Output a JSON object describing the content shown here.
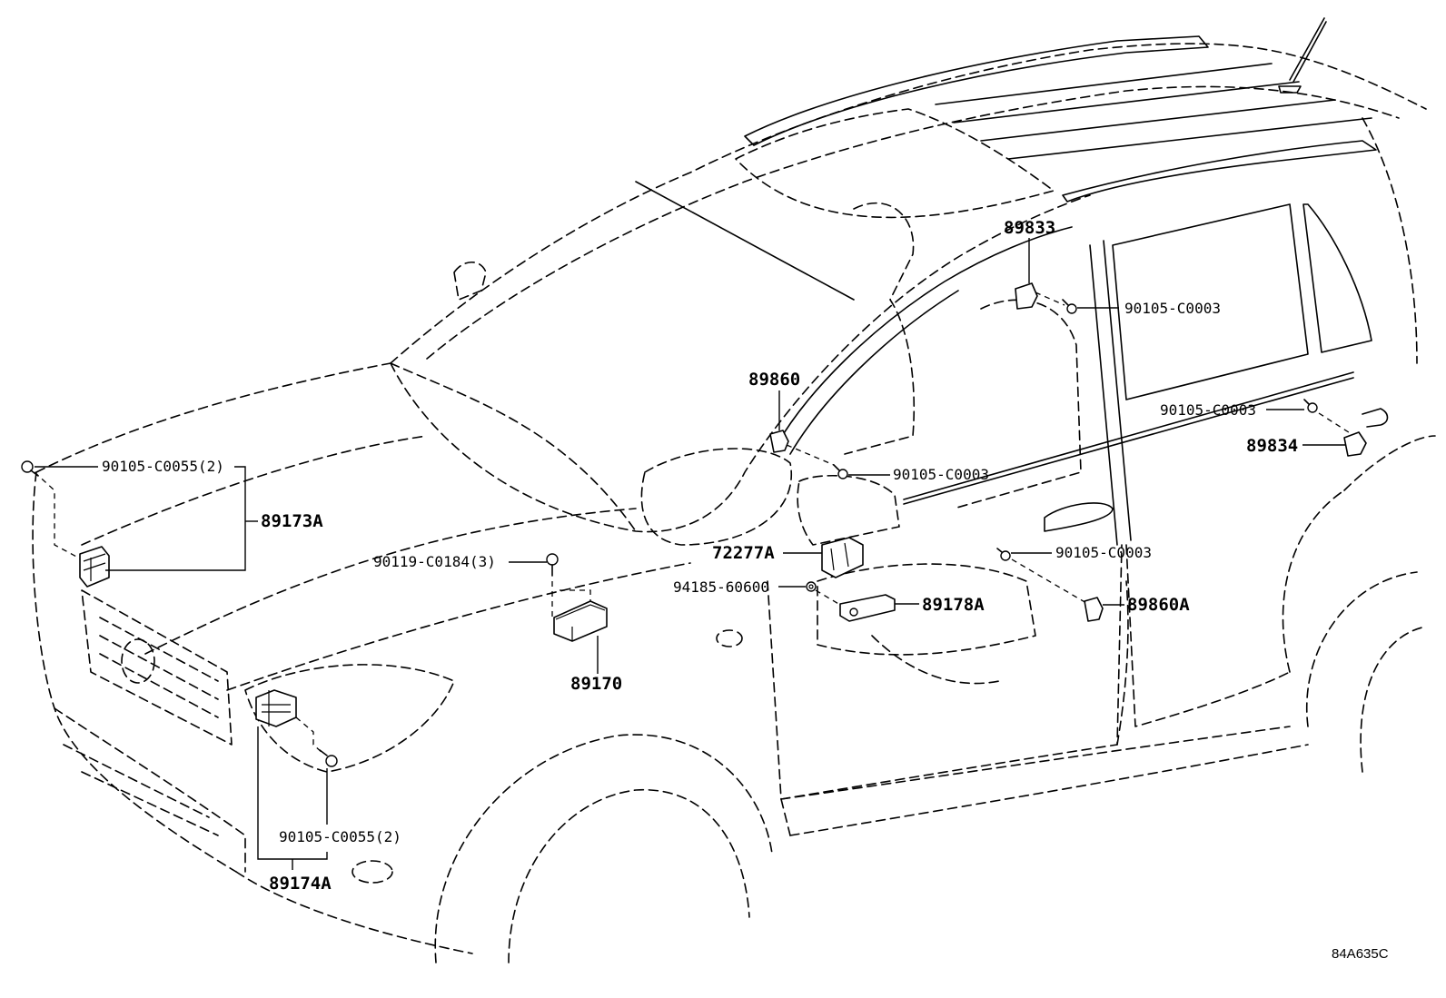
{
  "labels": {
    "p89833": "89833",
    "b90105_c0003_a": "90105-C0003",
    "p89860": "89860",
    "b90105_c0003_b": "90105-C0003",
    "b90105_c0003_c": "90105-C0003",
    "p89834": "89834",
    "b90105_c0055_top": "90105-C0055(2)",
    "p89173A": "89173A",
    "b90119_c0184": "90119-C0184(3)",
    "p72277A": "72277A",
    "b90105_c0003_d": "90105-C0003",
    "n94185_60600": "94185-60600",
    "p89178A": "89178A",
    "p89860A": "89860A",
    "p89170": "89170",
    "b90105_c0055_bottom": "90105-C0055(2)",
    "p89174A": "89174A"
  },
  "diagram_code": "84A635C"
}
